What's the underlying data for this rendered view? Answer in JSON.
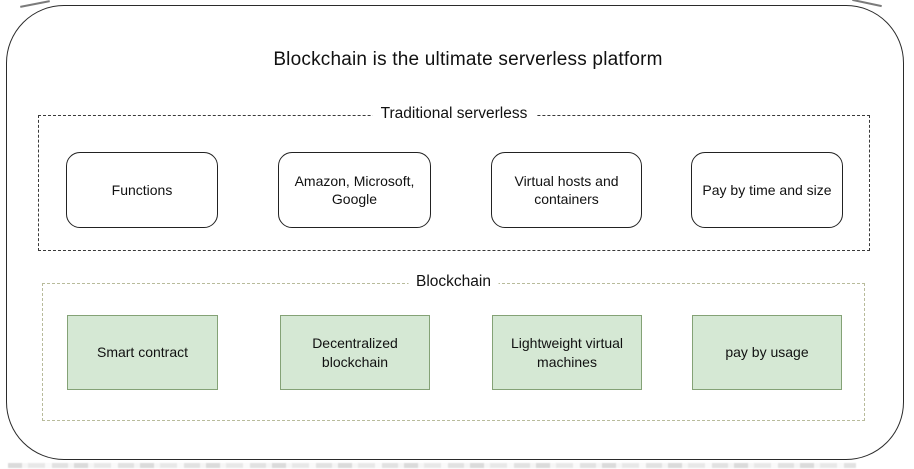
{
  "title": "Blockchain is the ultimate serverless platform",
  "colors": {
    "frame_border": "#2b2b2b",
    "trad_dash": "#3a3a3a",
    "node_border": "#222222",
    "node_fill": "#ffffff",
    "bc_dash": "#b8bb9b",
    "green_fill": "#d5e8d4",
    "green_border": "#84a276",
    "text": "#111111"
  },
  "sections": [
    {
      "label": "Traditional serverless",
      "items": [
        "Functions",
        "Amazon, Microsoft, Google",
        "Virtual hosts and containers",
        "Pay by time and size"
      ]
    },
    {
      "label": "Blockchain",
      "items": [
        "Smart contract",
        "Decentralized blockchain",
        "Lightweight virtual machines",
        "pay by usage"
      ]
    }
  ]
}
